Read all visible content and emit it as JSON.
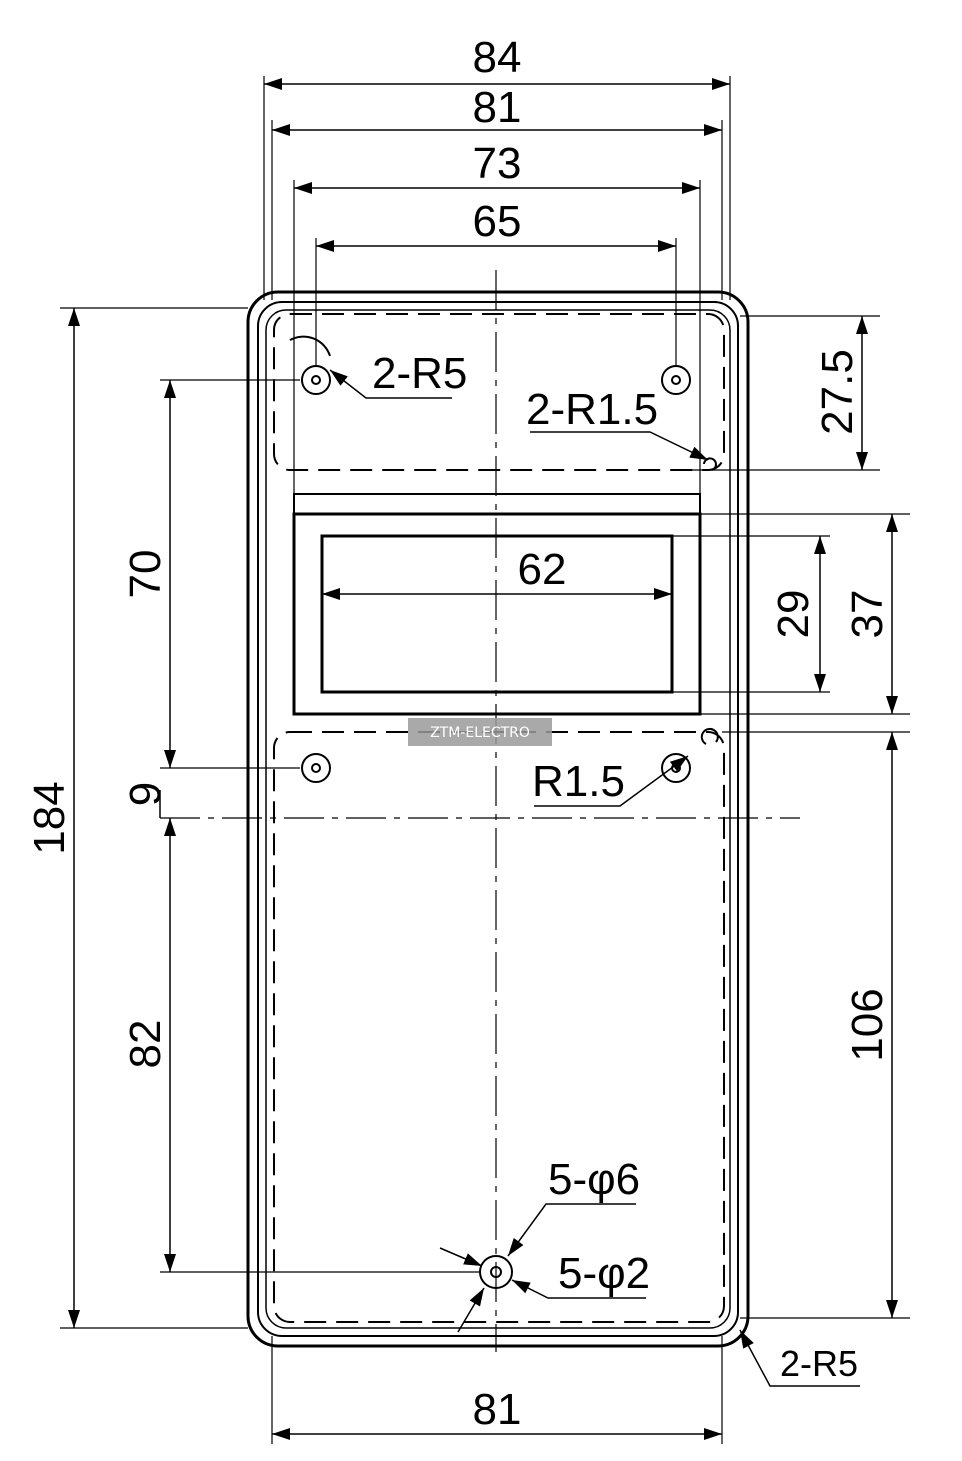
{
  "drawing": {
    "dimensions": {
      "overall_width": "84",
      "inner_width": "81",
      "window_frame_width": "73",
      "hole_spacing": "65",
      "display_width": "62",
      "overall_height": "184",
      "top_offset": "27.5",
      "display_height": "29",
      "window_height": "37",
      "lower_height": "106",
      "vertical_70": "70",
      "vertical_9": "9",
      "vertical_82": "82",
      "bottom_width": "81"
    },
    "callouts": {
      "top_radius": "2-R5",
      "corner_radius_top": "2-R1.5",
      "corner_radius_mid": "R1.5",
      "hole_diameter_outer": "5-φ6",
      "hole_diameter_inner": "5-φ2",
      "bottom_radius": "2-R5"
    },
    "watermark": "ZTM-ELECTRO"
  }
}
